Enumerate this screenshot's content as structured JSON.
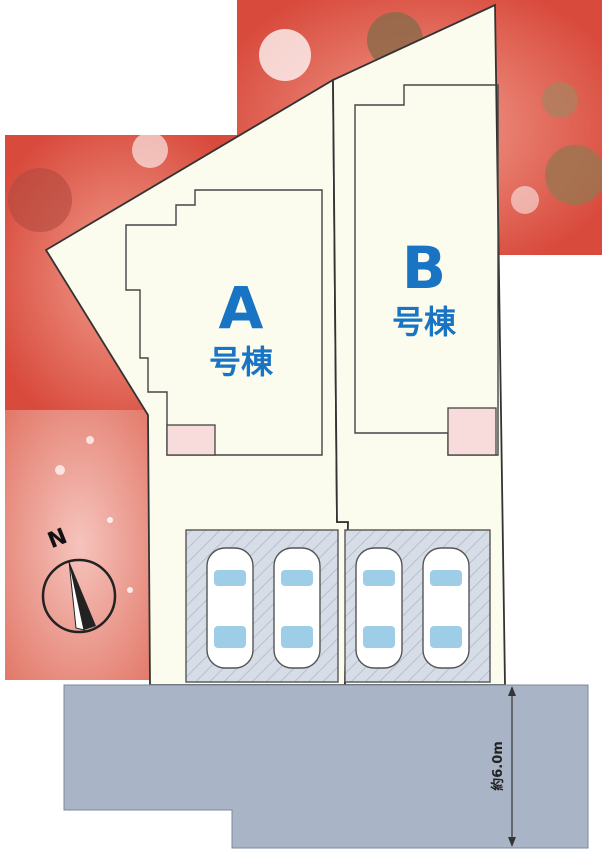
{
  "lots": [
    {
      "id": "A",
      "letter": "A",
      "suffix": "号棟"
    },
    {
      "id": "B",
      "letter": "B",
      "suffix": "号棟"
    }
  ],
  "compass": {
    "label": "N"
  },
  "road": {
    "width_label": "約6.0m"
  },
  "colors": {
    "lot_fill": "#fbfbee",
    "parking_fill": "#d6dde7",
    "road_fill": "#a9b5c6",
    "label_blue": "#1a74c4",
    "background_red": "#e05a4c"
  }
}
